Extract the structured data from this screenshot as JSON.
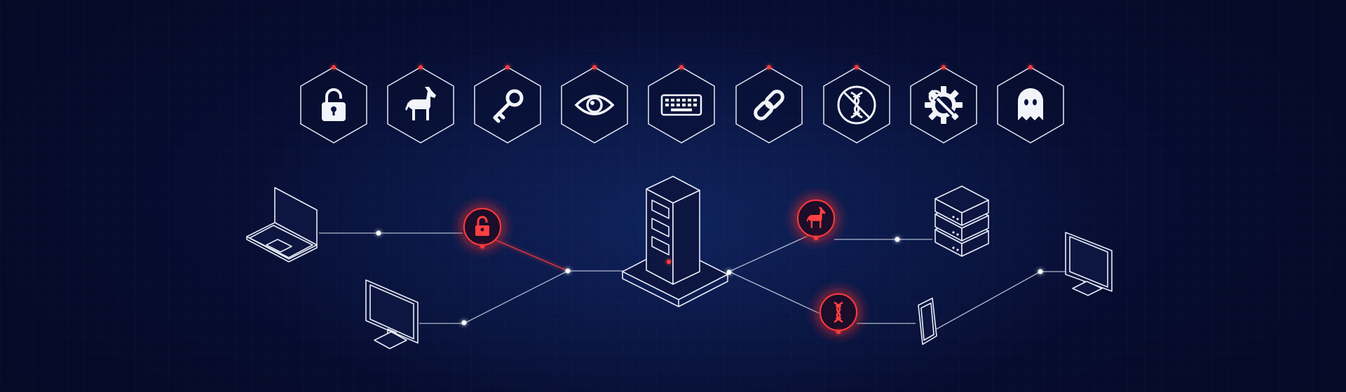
{
  "colors": {
    "background": "#050a26",
    "line": "#cfd6ea",
    "threat": "#ff3b3b"
  },
  "threat_icons": [
    {
      "icon": "padlock-icon"
    },
    {
      "icon": "trojan-horse-icon"
    },
    {
      "icon": "key-icon"
    },
    {
      "icon": "eye-icon"
    },
    {
      "icon": "keyboard-icon"
    },
    {
      "icon": "chain-link-icon"
    },
    {
      "icon": "dna-blocked-icon"
    },
    {
      "icon": "gear-wrench-icon"
    },
    {
      "icon": "ghost-icon"
    }
  ],
  "network": {
    "devices": [
      "laptop",
      "monitor-left",
      "central-server",
      "server-stack",
      "smartphone",
      "monitor-right"
    ],
    "threat_nodes": [
      "padlock-threat",
      "trojan-threat",
      "dna-threat"
    ]
  }
}
